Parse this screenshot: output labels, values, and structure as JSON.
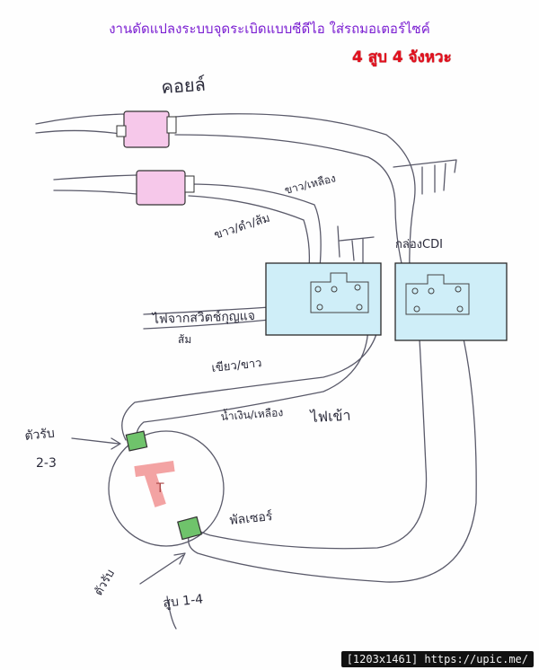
{
  "title": "งานดัดแปลงระบบจุดระเบิดแบบซีดีไอ ใส่รถมอเตอร์ไซค์",
  "subtitle": "4 สูบ 4 จังหวะ",
  "labels": {
    "coil": "คอยล์",
    "black_white": "ขาว/ดำ/ส้ม",
    "black_yellow": "ขาว/เหลือง",
    "cdi_box": "กล่องCDI",
    "switch_wire": "ไฟจากสวิตช์กุญแจ",
    "switch_wire2": "ส้ม",
    "green_white": "เขียว/ขาว",
    "blue_yellow": "น้ำเงิน/เหลือง",
    "power_in": "ไฟเข้า",
    "pickup_23": "ตัวรับ",
    "pickup_23_num": "2-3",
    "rotor_mark": "T",
    "pulser": "พัลเซอร์",
    "pickup_14_arrow": "ตัวรับ",
    "pickup_14": "สูบ 1-4"
  },
  "footer": "[1203x1461] https://upic.me/",
  "colors": {
    "coil_fill": "#f6c8ea",
    "cdi_fill": "#cfeef8",
    "cdi_stroke": "#2a2a2a",
    "pickup_fill": "#6fc36b",
    "rotor_fill": "#f3a3a3",
    "title": "#7b1fd2",
    "subtitle": "#e2101e"
  }
}
